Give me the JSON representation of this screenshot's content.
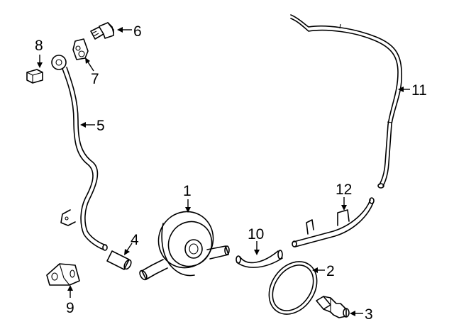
{
  "callouts": {
    "c1": "1",
    "c2": "2",
    "c3": "3",
    "c4": "4",
    "c5": "5",
    "c6": "6",
    "c7": "7",
    "c8": "8",
    "c9": "9",
    "c10": "10",
    "c11": "11",
    "c12": "12"
  },
  "line_color": "#000000",
  "background": "#ffffff"
}
